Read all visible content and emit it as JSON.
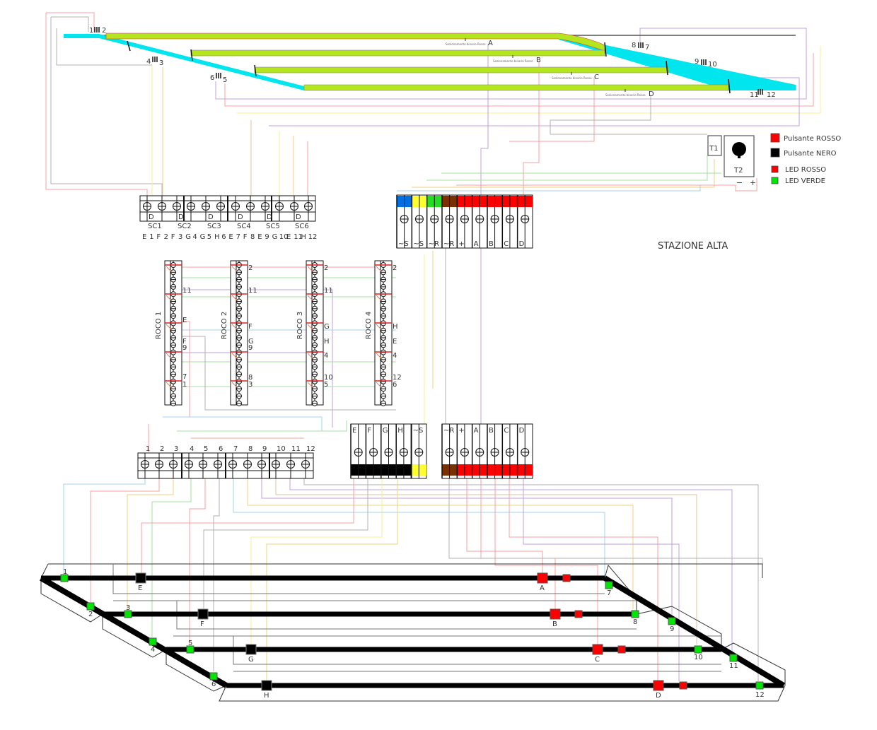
{
  "colors": {
    "rail_green": "#b5e61d",
    "turnout_cyan": "#00e5ee",
    "button_red": "#ff0000",
    "button_black": "#000000",
    "led_green": "#00e600",
    "term_blue": "#0070e0",
    "term_yellow": "#ffff30",
    "term_green": "#22dd22",
    "term_brown": "#7a3000",
    "wire_palette": [
      "#f4a0a0",
      "#a0d0f0",
      "#a0e0a0",
      "#f0d080",
      "#c0a0e0",
      "#b0b0b0",
      "#e0c0a0",
      "#f0f090"
    ]
  },
  "top_layout": {
    "section_note": "Sezionamento binario Rosso",
    "sections": [
      "A",
      "B",
      "C",
      "D"
    ],
    "turnout_labels": [
      "1",
      "2",
      "4",
      "3",
      "6",
      "5",
      "8",
      "7",
      "9",
      "10",
      "11",
      "12"
    ]
  },
  "legend": {
    "items": [
      {
        "label": "Pulsante ROSSO"
      },
      {
        "label": "Pulsante NERO"
      },
      {
        "label": "LED ROSSO"
      },
      {
        "label": "LED VERDE"
      }
    ],
    "t1": "T1",
    "t2": "T2",
    "minus": "−",
    "plus": "+"
  },
  "station_title": "STAZIONE ALTA",
  "sc_strip": {
    "d_label": "D",
    "sc_labels": [
      "SC1",
      "SC2",
      "SC3",
      "SC4",
      "SC5",
      "SC6"
    ],
    "bottom_labels": [
      "E",
      "1",
      "F",
      "2",
      "F",
      "3",
      "G",
      "4",
      "G",
      "5",
      "H",
      "6",
      "E",
      "7",
      "F",
      "8",
      "E",
      "9",
      "G",
      "10",
      "E",
      "11",
      "H",
      "12"
    ]
  },
  "power_strip_top": {
    "labels": [
      "~S",
      "~S",
      "~R",
      "~R",
      "+",
      "A",
      "B",
      "C",
      "D"
    ]
  },
  "decoders": [
    {
      "name": "ROCO 1",
      "pins": [
        "11",
        "E",
        "F",
        "9",
        "7",
        "1"
      ]
    },
    {
      "name": "ROCO 2",
      "pins": [
        "2",
        "11",
        "F",
        "G",
        "9",
        "8",
        "3"
      ]
    },
    {
      "name": "ROCO 3",
      "pins": [
        "2",
        "11",
        "G",
        "H",
        "4",
        "10",
        "5"
      ]
    },
    {
      "name": "ROCO 4",
      "pins": [
        "2",
        "H",
        "E",
        "4",
        "12",
        "6"
      ]
    }
  ],
  "led_strip": {
    "labels": [
      "1",
      "2",
      "3",
      "4",
      "5",
      "6",
      "7",
      "8",
      "9",
      "10",
      "11",
      "12"
    ]
  },
  "button_strip": {
    "labels": [
      "E",
      "F",
      "G",
      "H",
      "~S"
    ]
  },
  "power_strip_bottom": {
    "labels": [
      "~R",
      "+",
      "A",
      "B",
      "C",
      "D"
    ]
  },
  "panel": {
    "green_leds": [
      "1",
      "2",
      "3",
      "4",
      "5",
      "6",
      "7",
      "8",
      "9",
      "10",
      "11",
      "12"
    ],
    "black_buttons": [
      "E",
      "F",
      "G",
      "H"
    ],
    "red_buttons": [
      "A",
      "B",
      "C",
      "D"
    ]
  }
}
